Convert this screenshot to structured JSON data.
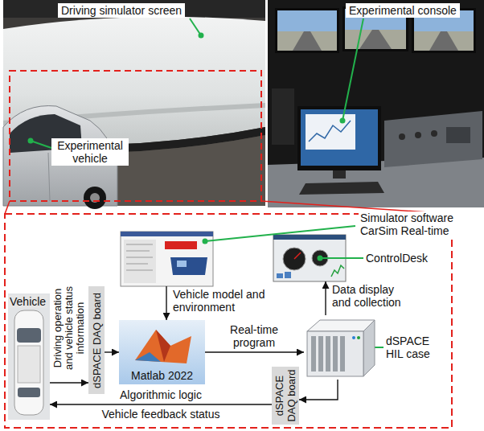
{
  "diagram": {
    "nodes": [
      {
        "text": [
          "Vehicle model and environment"
        ]
      },
      {
        "text": [
          "ControlDesk"
        ]
      },
      {
        "text": [
          "Vehicle"
        ]
      },
      {
        "text": [
          "dSPACE DAQ board"
        ]
      },
      {
        "text": [
          "Matlab 2022"
        ]
      },
      {
        "text": [
          "dSPACE HIL case"
        ]
      },
      {
        "text": [
          "dSPACE DAQ board"
        ]
      }
    ],
    "edges": [
      {
        "from": 2,
        "to": 3,
        "label": "Driving operation and vehicle status information",
        "arrow": "to"
      },
      {
        "from": 3,
        "to": 4,
        "arrow": "to"
      },
      {
        "from": 0,
        "to": 4,
        "arrow": "to"
      },
      {
        "from": 4,
        "to": 5,
        "label": "Real-time program",
        "arrow": "to"
      },
      {
        "from": 5,
        "to": 1,
        "label": "Data display and collection",
        "arrow": "to"
      },
      {
        "from": 5,
        "to": 6,
        "arrow": "to"
      },
      {
        "from": 6,
        "to": 2,
        "label": "Algorithmic logic",
        "arrow": "to"
      }
    ],
    "labels": [
      "Driving simulator screen",
      "Experimental vehicle",
      "Experimental console",
      "Simulator software CarSim Real-time",
      "Vehicle feedback status"
    ]
  }
}
